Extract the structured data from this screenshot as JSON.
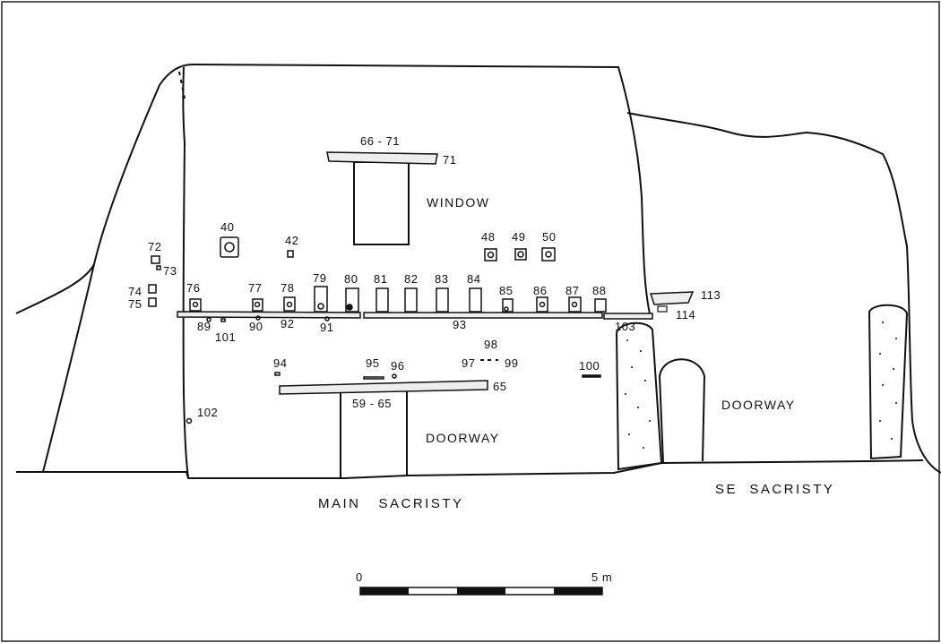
{
  "labels": {
    "n66_71": "66 - 71",
    "n71": "71",
    "window": "WINDOW",
    "n40": "40",
    "n42": "42",
    "n48": "48",
    "n49": "49",
    "n50": "50",
    "n72": "72",
    "n73": "73",
    "n74": "74",
    "n75": "75",
    "n76": "76",
    "n77": "77",
    "n78": "78",
    "n79": "79",
    "n80": "80",
    "n81": "81",
    "n82": "82",
    "n83": "83",
    "n84": "84",
    "n85": "85",
    "n86": "86",
    "n87": "87",
    "n88": "88",
    "n89": "89",
    "n90": "90",
    "n91": "91",
    "n92": "92",
    "n93": "93",
    "n101": "101",
    "n103": "103",
    "n113": "113",
    "n114": "114",
    "n94": "94",
    "n95": "95",
    "n96": "96",
    "n97": "97",
    "n98": "98",
    "n99": "99",
    "n100": "100",
    "n65": "65",
    "n59_65": "59 - 65",
    "n102": "102",
    "doorway_main": "DOORWAY",
    "doorway_se": "DOORWAY",
    "main_sacristy": "MAIN   SACRISTY",
    "se_sacristy": "SE  SACRISTY"
  },
  "scale": {
    "start": "0",
    "end": "5 m"
  }
}
